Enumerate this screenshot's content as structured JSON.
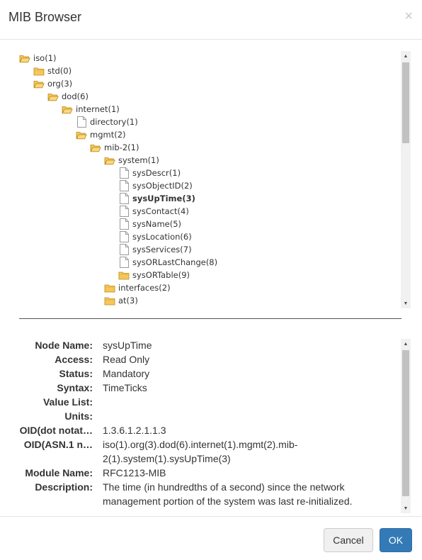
{
  "dialog": {
    "title": "MIB Browser",
    "close_glyph": "×"
  },
  "tree": {
    "nodes": [
      {
        "label": "iso(1)",
        "icon": "folder-open-icon"
      },
      {
        "label": "std(0)",
        "icon": "folder-icon"
      },
      {
        "label": "org(3)",
        "icon": "folder-open-icon"
      },
      {
        "label": "dod(6)",
        "icon": "folder-open-icon"
      },
      {
        "label": "internet(1)",
        "icon": "folder-open-icon"
      },
      {
        "label": "directory(1)",
        "icon": "file-icon"
      },
      {
        "label": "mgmt(2)",
        "icon": "folder-open-icon"
      },
      {
        "label": "mib-2(1)",
        "icon": "folder-open-icon"
      },
      {
        "label": "system(1)",
        "icon": "folder-open-icon"
      },
      {
        "label": "sysDescr(1)",
        "icon": "file-icon"
      },
      {
        "label": "sysObjectID(2)",
        "icon": "file-icon"
      },
      {
        "label": "sysUpTime(3)",
        "icon": "file-icon",
        "selected": true
      },
      {
        "label": "sysContact(4)",
        "icon": "file-icon"
      },
      {
        "label": "sysName(5)",
        "icon": "file-icon"
      },
      {
        "label": "sysLocation(6)",
        "icon": "file-icon"
      },
      {
        "label": "sysServices(7)",
        "icon": "file-icon"
      },
      {
        "label": "sysORLastChange(8)",
        "icon": "file-icon"
      },
      {
        "label": "sysORTable(9)",
        "icon": "folder-icon"
      },
      {
        "label": "interfaces(2)",
        "icon": "folder-icon"
      },
      {
        "label": "at(3)",
        "icon": "folder-icon"
      }
    ]
  },
  "details": {
    "rows": [
      {
        "key": "Node Name:",
        "value": "sysUpTime"
      },
      {
        "key": "Access:",
        "value": "Read Only"
      },
      {
        "key": "Status:",
        "value": "Mandatory"
      },
      {
        "key": "Syntax:",
        "value": "TimeTicks"
      },
      {
        "key": "Value List:",
        "value": ""
      },
      {
        "key": "Units:",
        "value": ""
      },
      {
        "key": "OID(dot notat…",
        "value": "1.3.6.1.2.1.1.3"
      },
      {
        "key": "OID(ASN.1 n…",
        "value": "iso(1).org(3).dod(6).internet(1).mgmt(2).mib-2(1).system(1).sysUpTime(3)"
      },
      {
        "key": "Module Name:",
        "value": "RFC1213-MIB"
      },
      {
        "key": "Description:",
        "value": "The time (in hundredths of a second) since the network management portion of the system was last re-initialized."
      }
    ]
  },
  "footer": {
    "cancel_label": "Cancel",
    "ok_label": "OK"
  },
  "colors": {
    "folder": "#f7c65a",
    "primary": "#337ab7"
  }
}
